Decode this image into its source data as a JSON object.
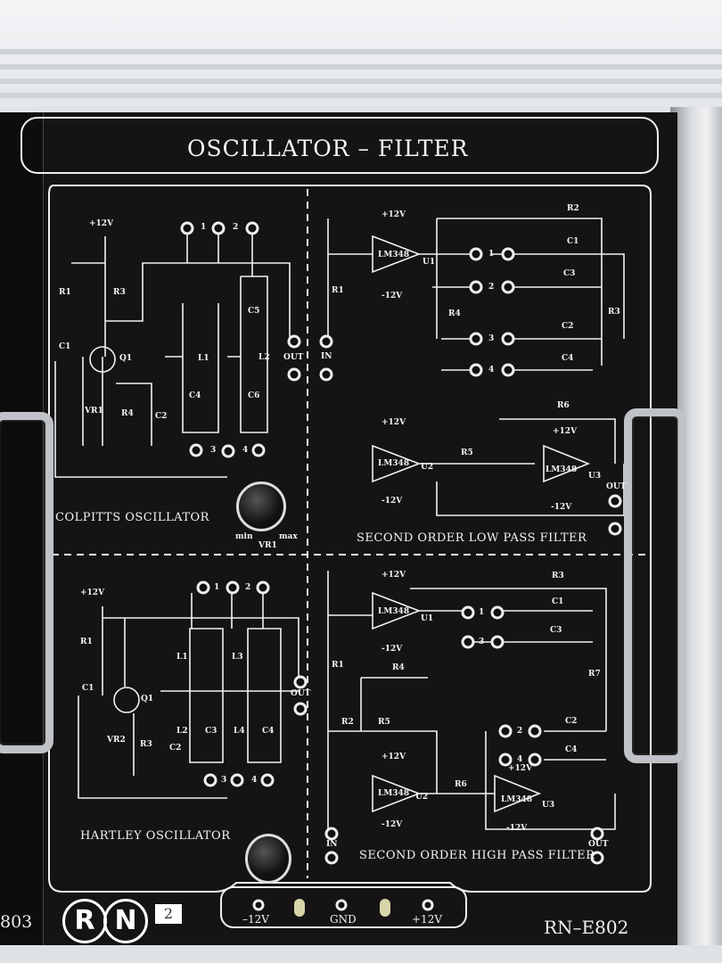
{
  "panel": {
    "title": "OSCILLATOR  –  FILTER",
    "model": "RN–E802",
    "adjacent_model": "803",
    "brand": "RN",
    "brand_letters": [
      "R",
      "N"
    ],
    "unit_number": "2"
  },
  "power": {
    "minus": "–12V",
    "gnd": "GND",
    "plus": "+12V"
  },
  "colpitts": {
    "title": "COLPITTS OSCILLATOR",
    "labels": [
      "+12V",
      "R3",
      "R1",
      "C1",
      "Q1",
      "VR1",
      "R4",
      "C2",
      "L1",
      "C4",
      "C5",
      "L2",
      "C6",
      "OUT",
      "1",
      "2",
      "3",
      "4"
    ],
    "knob": {
      "name": "VR1",
      "min": "min",
      "max": "max"
    }
  },
  "lowpass": {
    "title": "SECOND ORDER LOW PASS FILTER",
    "labels": [
      "+12V",
      "LM348",
      "U1",
      "-12V",
      "R1",
      "IN",
      "R2",
      "C1",
      "C3",
      "R4",
      "R3",
      "C2",
      "C4",
      "1",
      "2",
      "3",
      "4",
      "R6",
      "+12V",
      "LM348",
      "U2",
      "-12V",
      "R5",
      "+12V",
      "LM348",
      "U3",
      "-12V",
      "OUT"
    ]
  },
  "hartley": {
    "title": "HARTLEY OSCILLATOR",
    "labels": [
      "+12V",
      "R1",
      "C1",
      "Q1",
      "VR2",
      "R3",
      "C2",
      "L1",
      "L3",
      "L2",
      "C3",
      "L4",
      "C4",
      "OUT",
      "1",
      "2",
      "3",
      "4"
    ]
  },
  "highpass": {
    "title": "SECOND ORDER HIGH PASS FILTER",
    "labels": [
      "+12V",
      "LM348",
      "U1",
      "-12V",
      "R3",
      "C1",
      "C3",
      "1",
      "3",
      "R1",
      "R4",
      "R7",
      "R2",
      "R5",
      "C2",
      "C4",
      "2",
      "4",
      "+12V",
      "LM348",
      "U2",
      "-12V",
      "R6",
      "+12V",
      "LM348",
      "U3",
      "-12V",
      "IN",
      "OUT"
    ]
  },
  "colors": {
    "panel": "#151313",
    "print": "#f4f4f4",
    "rail": "#cfd3d8"
  }
}
